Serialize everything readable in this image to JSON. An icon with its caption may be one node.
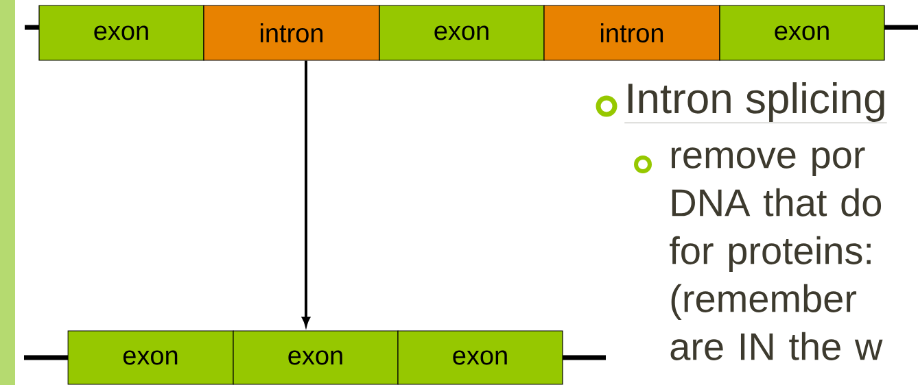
{
  "diagram": {
    "nodes": [
      {
        "text": [
          "exon"
        ]
      },
      {
        "text": [
          "intron"
        ]
      },
      {
        "text": [
          "exon"
        ]
      },
      {
        "text": [
          "intron"
        ]
      },
      {
        "text": [
          "exon"
        ]
      },
      {
        "text": [
          "exon"
        ]
      },
      {
        "text": [
          "exon"
        ]
      },
      {
        "text": [
          "exon"
        ]
      }
    ],
    "edges": [
      {
        "from": 1,
        "to": 6,
        "arrow": "to"
      }
    ],
    "labels": [
      "Intron splicing",
      "remove por DNA that do for proteins: (remember are IN the w"
    ]
  }
}
